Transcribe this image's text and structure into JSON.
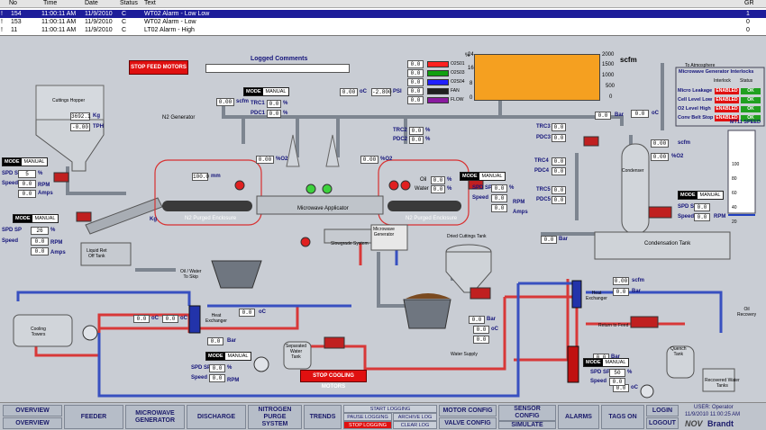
{
  "alarm_table": {
    "columns": [
      "No",
      "Time",
      "Date",
      "Status",
      "Text",
      "GR"
    ],
    "rows": [
      {
        "no": "154",
        "time": "11:00:11 AM",
        "date": "11/9/2010",
        "status": "C",
        "text": "WT02 Alarm - Low Low",
        "gr": "1"
      },
      {
        "no": "153",
        "time": "11:00:11 AM",
        "date": "11/9/2010",
        "status": "C",
        "text": "WT02 Alarm - Low",
        "gr": "0"
      },
      {
        "no": "11",
        "time": "11:00:11 AM",
        "date": "11/9/2010",
        "status": "C",
        "text": "LT02 Alarm - High",
        "gr": "0"
      }
    ]
  },
  "top": {
    "stop_feed": "STOP FEED MOTORS",
    "logged_comments": "Logged Comments",
    "comment_value": ""
  },
  "gas": {
    "pct": "%",
    "rows": [
      {
        "v": "0.0",
        "label": "O2S01",
        "color": "#ff2020"
      },
      {
        "v": "0.0",
        "label": "O2S03",
        "color": "#10a010"
      },
      {
        "v": "0.0",
        "label": "O2S04",
        "color": "#2020ff"
      },
      {
        "v": "0.0",
        "label": "FAN",
        "color": "#202020"
      },
      {
        "v": "0.0",
        "label": "FLOW",
        "color": "#8a1aa0"
      }
    ],
    "chart": {
      "left_ticks": [
        "24",
        "16",
        "8",
        "0"
      ],
      "right_ticks": [
        "2000",
        "1500",
        "1000",
        "500",
        "0"
      ],
      "unit": "scfm",
      "fill": "#f5a020"
    }
  },
  "hopper": {
    "title": "Cuttings Hopper",
    "v1": "3692.1",
    "u1": "Kg",
    "v2": "-0.00",
    "u2": "TPH"
  },
  "n2": {
    "label": "N2 Generator",
    "mode": "MODE",
    "mode_val": "MANUAL",
    "v": "0.00",
    "u": "scfm"
  },
  "psi": {
    "v1": "0.00",
    "u1": "oC",
    "v2": "-2.800",
    "u2": "PSI"
  },
  "trc_left": {
    "trc": "TRC1",
    "pdc": "PDC1",
    "v1": "0.0",
    "v2": "0.0",
    "u": "%"
  },
  "trc_right": {
    "trc": "TRC2",
    "pdc": "PDC2",
    "v1": "0.0",
    "v2": "0.0",
    "u": "%"
  },
  "o2_left": {
    "v": "0.00",
    "u": "%O2"
  },
  "o2_right": {
    "v": "0.00",
    "u": "%O2"
  },
  "mw_app": {
    "label": "Microwave Applicator"
  },
  "enclosure_left": {
    "label": "N2 Purged Enclosure",
    "val": "100.0",
    "u": "mm"
  },
  "enclosure_right": {
    "label": "N2 Purged Enclosure"
  },
  "oil_water": {
    "oil_l": "Oil",
    "water_l": "Water",
    "oil": "0.0",
    "water": "0.0",
    "u": "%"
  },
  "feeder1": {
    "mode": "MODE",
    "mode_val": "MANUAL",
    "spd_l": "SPD SP",
    "spd": "5",
    "speed_l": "Speed",
    "speed": "0.0",
    "rpm": "RPM",
    "amps_v": "0.0",
    "amps": "Amps",
    "pct": "%"
  },
  "feeder2": {
    "mode": "MODE",
    "mode_val": "MANUAL",
    "spd_l": "SPD SP",
    "spd": "26",
    "speed_l": "Speed",
    "speed": "0.0",
    "rpm": "RPM",
    "amps_v": "0.0",
    "amps": "Amps",
    "pct": "%"
  },
  "conv_right": {
    "mode": "MODE",
    "mode_val": "MANUAL",
    "spd_l": "SPD SP",
    "spd": "0.0",
    "speed_l": "Speed",
    "speed": "0.0",
    "rpm": "RPM",
    "amps_v": "0.0",
    "amps": "Amps",
    "pct": "%"
  },
  "kg_label": "Kg",
  "tanks": {
    "liquid_ret": "Liquid Ret\nOff Tank",
    "oil_water_skip": "Oil / Water\nTo Skip",
    "cooling": "Cooling\nTowers",
    "heat_ex": "Heat\nExchanger",
    "steam_gen": "Slowgrade System",
    "mw_gen": "Microwave\nGenerator",
    "dried": "Dried Cuttings Tank",
    "sep_water": "Separated\nWater\nTank",
    "condensation": "Condensation Tank",
    "heat_ex2": "Heat\nExchanger",
    "return_feed": "Return to Feed",
    "quench": "Quench\nTank",
    "recovered": "Recovered Water\nTanks",
    "water_supply": "Water Supply",
    "to_atm": "To Atmosphere",
    "oil_recovery": "Oil\nRecovery",
    "condenser": "Condenser"
  },
  "interlocks": {
    "title": "Microwave Generator Interlocks",
    "col1": "Interlock",
    "col2": "Status",
    "rows": [
      {
        "name": "Micro Leakage",
        "s1": "ENABLED",
        "s2": "OK"
      },
      {
        "name": "Cell Level Low",
        "s1": "ENABLED",
        "s2": "OK"
      },
      {
        "name": "O2 Level High",
        "s1": "ENABLED",
        "s2": "OK"
      },
      {
        "name": "Conv Belt Stop",
        "s1": "ENABLED",
        "s2": "OK"
      }
    ]
  },
  "mt11": {
    "title": "MT11 SPEED",
    "ticks": [
      "100",
      "80",
      "60",
      "40",
      "20"
    ]
  },
  "right_vals": {
    "trc3": "TRC3",
    "pdc3": "PDC3",
    "trc4": "TRC4",
    "pdc4": "PDC4",
    "trc5": "TRC5",
    "pdc5": "PDC5",
    "scfm": "scfm",
    "o2": "%O2",
    "bar": "Bar",
    "oc": "oC",
    "rpm": "RPM",
    "amps": "Amps"
  },
  "zero": "0.0",
  "zero2": "0.00",
  "pump": {
    "mode": "MODE",
    "mode_val": "MANUAL",
    "spd_l": "SPD SP",
    "spd": "0.0",
    "speed_l": "Speed",
    "speed": "0.0",
    "rpm": "RPM",
    "pct": "%"
  },
  "pump_right": {
    "mode": "MODE",
    "mode_val": "MANUAL",
    "spd_l": "SPD SP",
    "spd": "50",
    "speed_l": "Speed",
    "speed": "0.0",
    "rpm": "RPM",
    "pct": "%"
  },
  "stop_cooling": "STOP COOLING MOTORS",
  "nav": {
    "overview1": "OVERVIEW",
    "overview2": "OVERVIEW",
    "feeder": "FEEDER",
    "microwave": "MICROWAVE\nGENERATOR",
    "discharge": "DISCHARGE",
    "nitrogen": "NITROGEN\nPURGE\nSYSTEM",
    "trends": "TRENDS",
    "start_logging": "START LOGGING",
    "pause_logging": "PAUSE LOGGING",
    "archive_log": "ARCHIVE LOG",
    "stop_logging": "STOP LOGGING",
    "clear_log": "CLEAR LOG",
    "motor_config": "MOTOR CONFIG",
    "valve_config": "VALVE CONFIG",
    "sensor_config": "SENSOR\nCONFIG",
    "simulate": "SIMULATE",
    "alarms": "ALARMS",
    "tags_on": "TAGS ON",
    "login": "LOGIN",
    "logout": "LOGOUT",
    "user": "USER:  Operator",
    "datetime": "11/9/2010  11:00:25 AM",
    "brand1": "NOV",
    "brand2": "Brandt"
  }
}
